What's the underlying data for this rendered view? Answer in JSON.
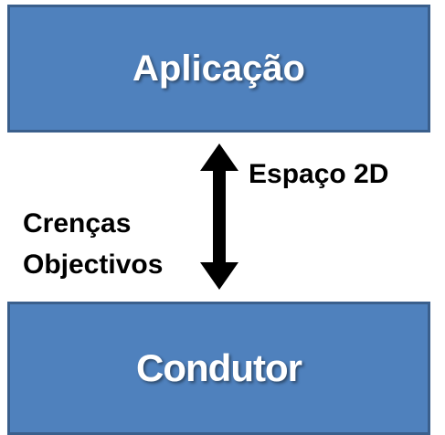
{
  "diagram": {
    "top_box_label": "Aplicação",
    "bottom_box_label": "Condutor",
    "arrow_label_right": "Espaço 2D",
    "arrow_label_left_line1": "Crenças",
    "arrow_label_left_line2": "Objectivos",
    "colors": {
      "box_fill": "#4f81bd",
      "box_border": "#3a5f8c",
      "box_text": "#ffffff",
      "arrow": "#000000"
    }
  }
}
